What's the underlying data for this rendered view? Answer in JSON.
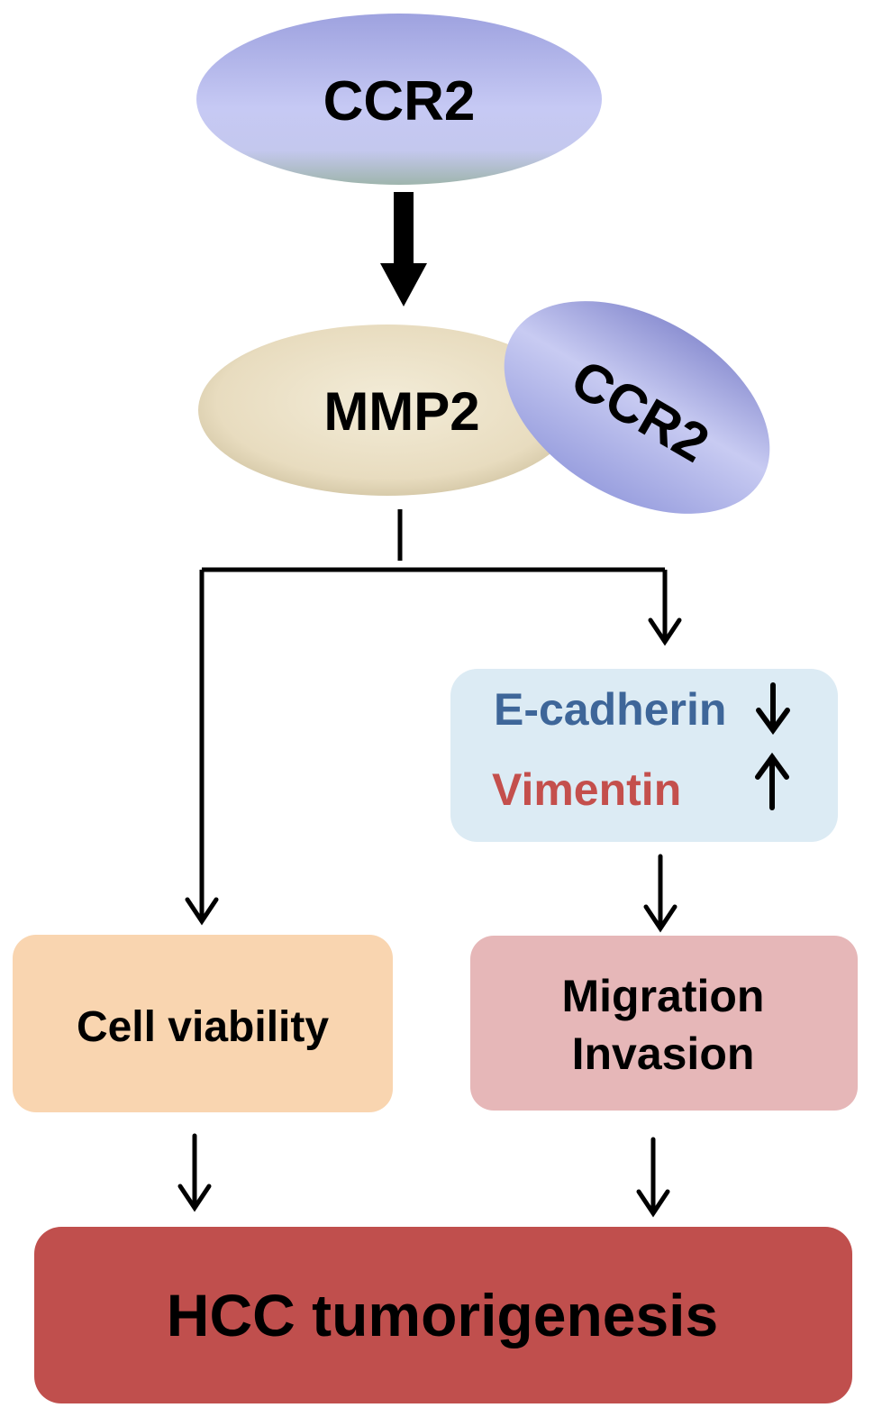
{
  "nodes": {
    "ccr2_top": "CCR2",
    "mmp2": "MMP2",
    "ccr2_bound": "CCR2",
    "emt_marker_1": "E-cadherin",
    "emt_marker_2": "Vimentin",
    "cell_viability": "Cell viability",
    "migration": "Migration",
    "invasion": "Invasion",
    "outcome": "HCC tumorigenesis"
  },
  "colors": {
    "ccr2_fill_top": "#9ea2df",
    "ccr2_fill_mid": "#c6c9f4",
    "ccr2_fill_bottom": "#9fb5ad",
    "mmp2_fill": "#ece2c9",
    "emt_box": "#dcebf4",
    "e_cadherin_text": "#3e6699",
    "vimentin_text": "#c44f4c",
    "viability_box": "#f9d5b0",
    "migration_box": "#e6b7b8",
    "outcome_box": "#c04f4d",
    "line": "#000000"
  }
}
